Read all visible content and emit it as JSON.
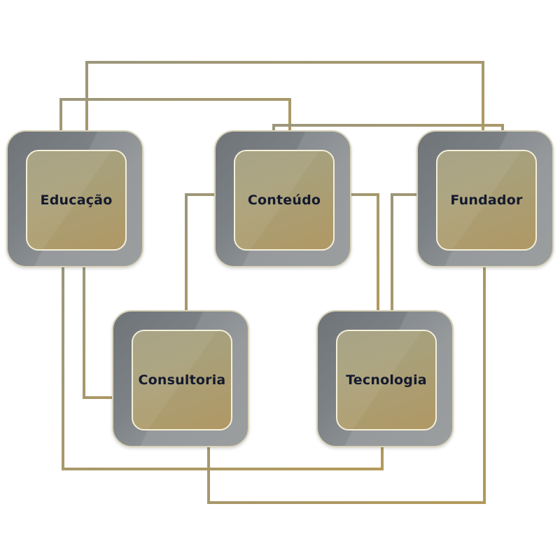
{
  "diagram": {
    "nodes": [
      {
        "id": "educacao",
        "label": "Educação"
      },
      {
        "id": "conteudo",
        "label": "Conteúdo"
      },
      {
        "id": "fundador",
        "label": "Fundador"
      },
      {
        "id": "consultoria",
        "label": "Consultoria"
      },
      {
        "id": "tecnologia",
        "label": "Tecnologia"
      }
    ],
    "edges": [
      {
        "from": "educacao",
        "to": "fundador"
      },
      {
        "from": "educacao",
        "to": "conteudo"
      },
      {
        "from": "conteudo",
        "to": "fundador"
      },
      {
        "from": "conteudo",
        "to": "consultoria"
      },
      {
        "from": "conteudo",
        "to": "tecnologia"
      },
      {
        "from": "fundador",
        "to": "tecnologia"
      },
      {
        "from": "educacao",
        "to": "consultoria"
      },
      {
        "from": "educacao",
        "to": "tecnologia"
      },
      {
        "from": "consultoria",
        "to": "fundador"
      }
    ],
    "colors": {
      "connector": "#b09a5c",
      "connector_dark": "#9a9478",
      "outer_box": "#7d8286",
      "inner_box": "#a8a07a",
      "label_text": "#141a2e"
    }
  }
}
